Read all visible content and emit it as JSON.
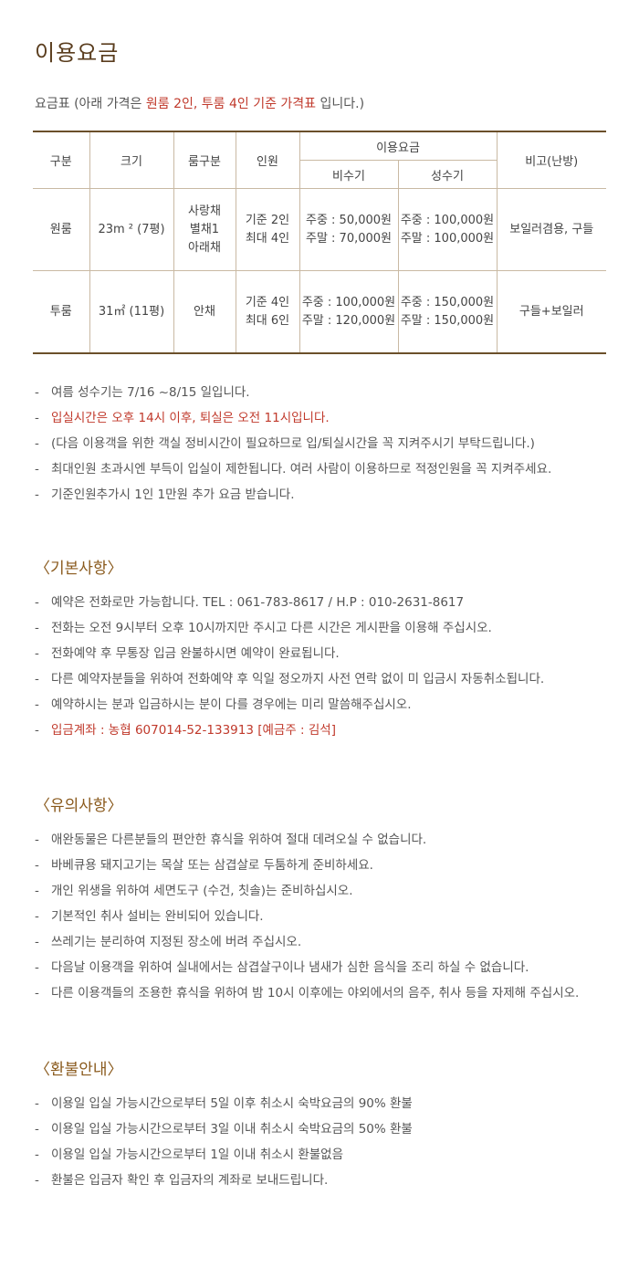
{
  "title": "이용요금",
  "subtitle": {
    "pre": "요금표 (아래 가격은 ",
    "highlight": "원룸 2인, 투룸 4인 기준 가격표",
    "post": " 입니다.)"
  },
  "table": {
    "headers": {
      "category": "구분",
      "size": "크기",
      "room_type": "룸구분",
      "people": "인원",
      "price": "이용요금",
      "off_season": "비수기",
      "peak_season": "성수기",
      "note": "비고(난방)"
    },
    "rows": [
      {
        "category": "원룸",
        "size": "23m ² (7평)",
        "room_type": [
          "사랑채",
          "별채1",
          "아래채"
        ],
        "people": [
          "기준 2인",
          "최대 4인"
        ],
        "off_season": [
          "주중 : 50,000원",
          "주말 : 70,000원"
        ],
        "peak_season": [
          "주중 : 100,000원",
          "주말 : 100,000원"
        ],
        "note": "보일러겸용, 구들"
      },
      {
        "category": "투룸",
        "size": "31㎡ (11평)",
        "room_type": [
          "안채"
        ],
        "people": [
          "기준 4인",
          "최대 6인"
        ],
        "off_season": [
          "주중 : 100,000원",
          "주말 : 120,000원"
        ],
        "peak_season": [
          "주중 : 150,000원",
          "주말 : 150,000원"
        ],
        "note": "구들+보일러"
      }
    ]
  },
  "dash": "-",
  "price_notes": [
    {
      "text": "여름 성수기는 7/16 ~8/15 일입니다.",
      "red": false
    },
    {
      "text": "입실시간은 오후 14시 이후, 퇴실은 오전 11시입니다.",
      "red": true
    },
    {
      "text": "(다음 이용객을 위한 객실 정비시간이 필요하므로 입/퇴실시간을 꼭 지켜주시기 부탁드립니다.)",
      "red": false
    },
    {
      "text": "최대인원 초과시엔 부득이 입실이 제한됩니다. 여러 사람이 이용하므로 적정인원을 꼭 지켜주세요.",
      "red": false
    },
    {
      "text": "기준인원추가시 1인 1만원 추가 요금 받습니다.",
      "red": false
    }
  ],
  "basic": {
    "title": "〈기본사항〉",
    "items": [
      {
        "text": "예약은 전화로만 가능합니다. TEL : 061-783-8617 / H.P : 010-2631-8617",
        "red": false
      },
      {
        "text": "전화는 오전 9시부터 오후 10시까지만 주시고 다른 시간은 게시판을 이용해 주십시오.",
        "red": false
      },
      {
        "text": "전화예약 후 무통장 입금 완불하시면 예약이 완료됩니다.",
        "red": false
      },
      {
        "text": "다른 예약자분들을 위하여 전화예약 후 익일 정오까지 사전 연락 없이 미 입금시 자동취소됩니다.",
        "red": false
      },
      {
        "text": "예약하시는 분과 입금하시는 분이 다를 경우에는 미리 말씀해주십시오.",
        "red": false
      },
      {
        "text": "입금계좌 : 농협 607014-52-133913 [예금주 : 김석]",
        "red": true
      }
    ]
  },
  "caution": {
    "title": "〈유의사항〉",
    "items": [
      {
        "text": "애완동물은 다른분들의 편안한 휴식을 위하여 절대 데려오실 수 없습니다.",
        "red": false
      },
      {
        "text": "바베큐용 돼지고기는 목살 또는 삼겹살로 두툼하게 준비하세요.",
        "red": false
      },
      {
        "text": "개인 위생을 위하여 세면도구 (수건, 칫솔)는 준비하십시오.",
        "red": false
      },
      {
        "text": "기본적인 취사 설비는 완비되어 있습니다.",
        "red": false
      },
      {
        "text": "쓰레기는 분리하여 지정된 장소에 버려 주십시오.",
        "red": false
      },
      {
        "text": "다음날 이용객을 위하여 실내에서는 삼겹살구이나 냄새가 심한 음식을 조리 하실 수 없습니다.",
        "red": false
      },
      {
        "text": "다른 이용객들의 조용한 휴식을 위하여 밤 10시 이후에는 야외에서의 음주, 취사 등을 자제해 주십시오.",
        "red": false
      }
    ]
  },
  "refund": {
    "title": "〈환불안내〉",
    "items": [
      {
        "text": "이용일 입실 가능시간으로부터 5일 이후 취소시 숙박요금의 90% 환불",
        "red": false
      },
      {
        "text": "이용일 입실 가능시간으로부터 3일 이내 취소시 숙박요금의 50% 환불",
        "red": false
      },
      {
        "text": "이용일 입실 가능시간으로부터 1일 이내 취소시 환불없음",
        "red": false
      },
      {
        "text": "환불은 입금자 확인 후 입금자의 계좌로 보내드립니다.",
        "red": false
      }
    ]
  },
  "colors": {
    "title": "#5a3d1e",
    "section_title": "#8a5a1d",
    "highlight": "#c0392b",
    "table_rule": "#6b4f2a"
  }
}
